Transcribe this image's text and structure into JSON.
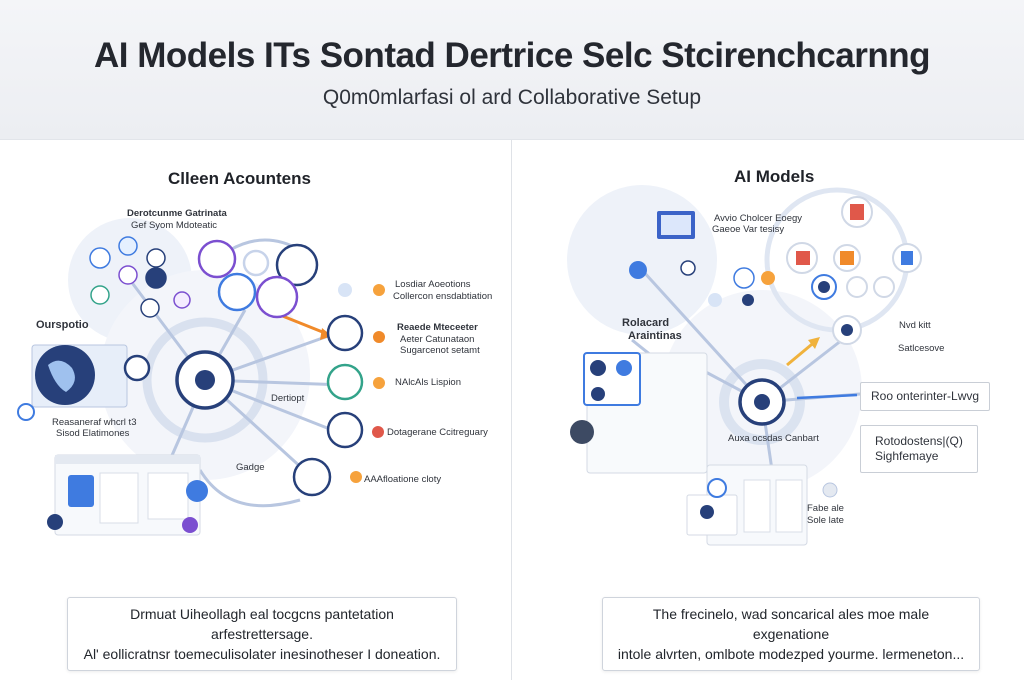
{
  "header": {
    "title": "AI Models ITs Sontad Dertrice Selc Stcirenchcarnng",
    "subtitle": "Q0m0mlarfasi ol ard Collaborative Setup"
  },
  "left": {
    "title": "Clleen Acountens",
    "labels": {
      "top_block_1": "Derotcunme Gatrinata",
      "top_block_2": "Gef Syom Mdoteatic",
      "side_heading": "Ourspotio",
      "globe_caption_1": "Reasaneraf whcrl t3",
      "globe_caption_2": "Sisod Elatimones",
      "node_label_1": "Losdiar Aoeotions",
      "node_label_2": "Collercon ensdabtiation",
      "node_label_3": "Reaede Mteceeter",
      "node_label_4": "Aeter Catunataon",
      "node_label_5": "Sugarcenot setamt",
      "node_label_6": "NAlcAls Lispion",
      "node_label_7": "Dotagerane Ccitreguary",
      "node_label_8": "AAAfloatione cloty",
      "mid_label": "Dertiopt",
      "small_label": "Gadge"
    },
    "caption_line_1": "Drmuat Uiheollagh eal tocgcns pantetation arfestrettersage.",
    "caption_line_2": "Al' eollicratnsr toemeculisolater inesinotheser I doneation."
  },
  "right": {
    "title": "AI Models",
    "labels": {
      "top_note_1": "Avvio Cholcer Eoegy",
      "top_note_2": "Gaeoe Var tesisy",
      "left_heading_1": "Rolacard",
      "left_heading_2": "Araintinas",
      "center_label": "Auxa ocsdas Canbart",
      "box_label_1": "Nvd kitt",
      "box_label_2": "Satlcesove",
      "box_label_3": "Fabe ale",
      "box_label_4": "Sole late"
    },
    "tag_1": "Roo onterinter-Lwvg",
    "tag_2_line_1": "Rotodostens|(Q)",
    "tag_2_line_2": "Sighfemaye",
    "caption_line_1": "The frecinelo, wad soncarical ales moe male exgenatione",
    "caption_line_2": "intole alvrten, omlbote modezped yourme. lermeneton..."
  },
  "colors": {
    "navy": "#27407a",
    "accent_blue": "#3f7be0",
    "purple": "#7b4fd0",
    "orange": "#f08a2a",
    "teal": "#33a38a",
    "light_ring": "#c7d3ea"
  }
}
